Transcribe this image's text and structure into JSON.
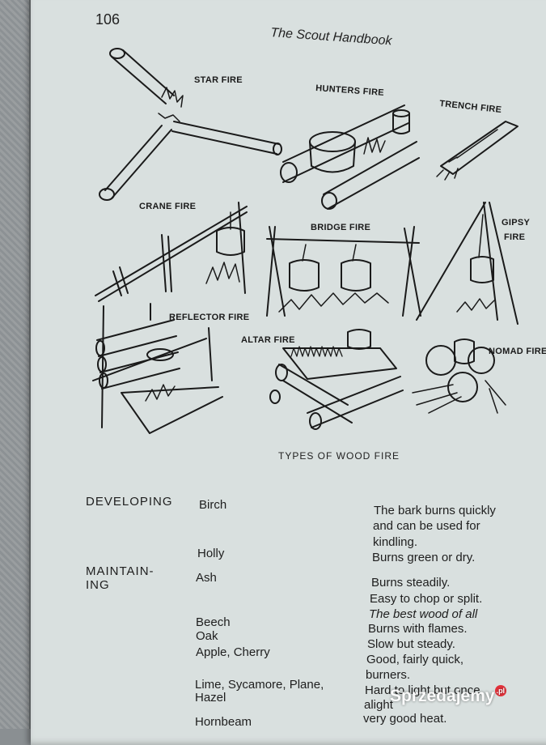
{
  "page": {
    "number": "106",
    "running_head": "The Scout Handbook",
    "caption": "TYPES OF WOOD FIRE"
  },
  "fires": {
    "star": "STAR FIRE",
    "hunters": "HUNTERS FIRE",
    "trench": "TRENCH FIRE",
    "crane": "CRANE FIRE",
    "bridge": "BRIDGE FIRE",
    "gipsy_1": "GIPSY",
    "gipsy_2": "FIRE",
    "reflector": "REFLECTOR FIRE",
    "altar": "ALTAR FIRE",
    "nomad": "NOMAD FIRE"
  },
  "table": {
    "developing": {
      "category": "DEVELOPING",
      "birch": "Birch",
      "birch_note_1": "The bark burns quickly",
      "birch_note_2": "and can be used for",
      "birch_note_3": "kindling.",
      "holly": "Holly",
      "holly_note": "Burns green or dry."
    },
    "maintaining": {
      "category_1": "MAINTAIN-",
      "category_2": "ING",
      "ash": "Ash",
      "ash_note_1": "Burns steadily.",
      "ash_note_2": "Easy to chop or split.",
      "ash_note_3": "The best wood of all",
      "beech": "Beech",
      "beech_note": "Burns with flames.",
      "oak": "Oak",
      "oak_note": "Slow but steady.",
      "apple": "Apple, Cherry",
      "apple_note_1": "Good, fairly quick,",
      "apple_note_2": "burners.",
      "lime_1": "Lime, Sycamore, Plane,",
      "lime_2": "Hazel",
      "lime_note_1": "Hard to light but once",
      "lime_note_2": "alight",
      "hornbeam": "Hornbeam",
      "hornbeam_note": "very good heat."
    }
  },
  "watermark": {
    "text": "Sprzedajemy",
    "suffix": ".pl",
    "color": "#e5202a"
  }
}
